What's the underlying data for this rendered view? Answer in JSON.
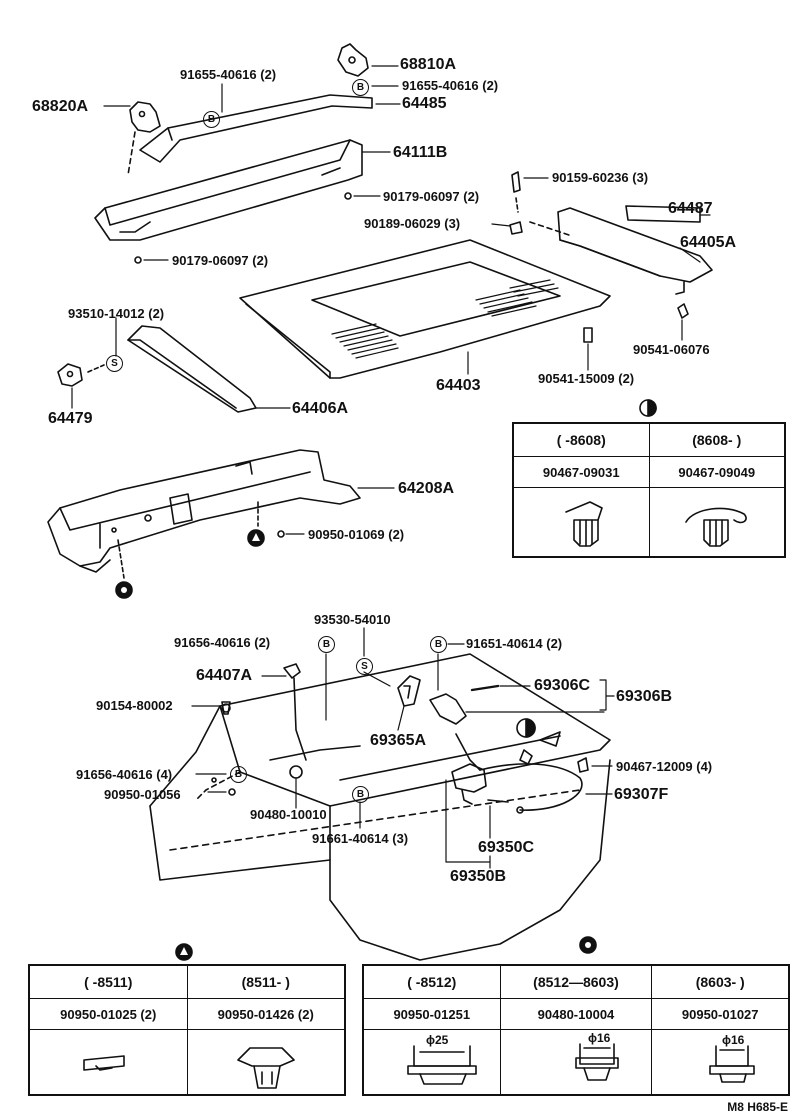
{
  "parts": {
    "p68810A": "68810A",
    "p91655_a": "91655-40616 (2)",
    "p91655_b": "91655-40616 (2)",
    "p68820A": "68820A",
    "p64485": "64485",
    "p64111B": "64111B",
    "p90179_a": "90179-06097 (2)",
    "p90179_b": "90179-06097 (2)",
    "p90159": "90159-60236 (3)",
    "p64487": "64487",
    "p90189": "90189-06029 (3)",
    "p64405A": "64405A",
    "p93510": "93510-14012 (2)",
    "p64479": "64479",
    "p64406A": "64406A",
    "p64403": "64403",
    "p90541_a": "90541-15009 (2)",
    "p90541_b": "90541-06076",
    "p64208A": "64208A",
    "p90950_01069": "90950-01069 (2)",
    "p93530": "93530-54010",
    "p91656_a": "91656-40616 (2)",
    "p91651": "91651-40614 (2)",
    "p64407A": "64407A",
    "p69306C": "69306C",
    "p69306B": "69306B",
    "p90154": "90154-80002",
    "p69365A": "69365A",
    "p90467_12009": "90467-12009 (4)",
    "p91656_b": "91656-40616 (4)",
    "p90950_01056": "90950-01056",
    "p90480_10010": "90480-10010",
    "p69307F": "69307F",
    "p91661": "91661-40614 (3)",
    "p69350C": "69350C",
    "p69350B": "69350B"
  },
  "symbols": {
    "B": "B",
    "S": "S"
  },
  "table_half": {
    "headers": [
      "(      -8608)",
      "(8608-      )"
    ],
    "parts": [
      "90467-09031",
      "90467-09049"
    ]
  },
  "table_triangle": {
    "headers": [
      "(      -8511)",
      "(8511-      )"
    ],
    "parts": [
      "90950-01025 (2)",
      "90950-01426 (2)"
    ]
  },
  "table_cross": {
    "headers": [
      "(      -8512)",
      "(8512—8603)",
      "(8603-      )"
    ],
    "parts": [
      "90950-01251",
      "90480-10004",
      "90950-01027"
    ],
    "dims": [
      "ϕ25",
      "ϕ16",
      "ϕ16"
    ]
  },
  "footer": "M8  H685-E"
}
